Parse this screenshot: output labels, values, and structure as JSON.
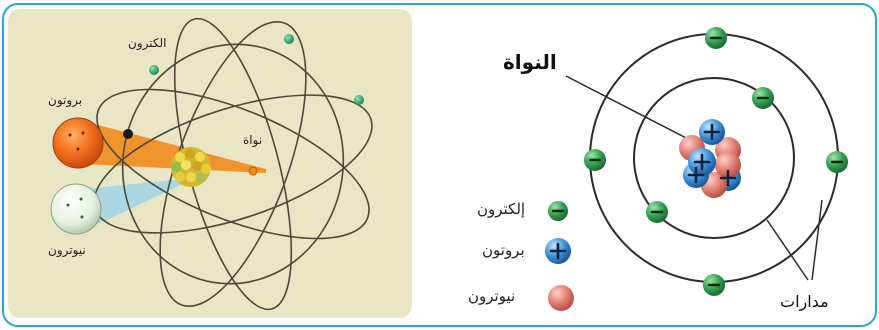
{
  "left_diagram": {
    "electron_label": "الكترون",
    "proton_label": "بروتون",
    "neutron_label": "نيوترون",
    "nucleus_label": "نواة"
  },
  "right_diagram": {
    "nucleus_label": "النواة",
    "orbits_label": "مدارات",
    "electron_symbol": "−",
    "proton_symbol": "+"
  },
  "legend": [
    {
      "label": "إلكترون",
      "icon": "electron-icon"
    },
    {
      "label": "بروتون",
      "icon": "proton-icon"
    },
    {
      "label": "نيوترون",
      "icon": "neutron-icon"
    }
  ],
  "colors": {
    "frame": "#2fa3d9",
    "panel": "#e9e6c6",
    "electron": "#2e9e4f",
    "proton": "#3a8fd6",
    "neutron": "#e07a6e",
    "beam_orange": "#f08a1c",
    "beam_blue": "#9fd3e6"
  }
}
